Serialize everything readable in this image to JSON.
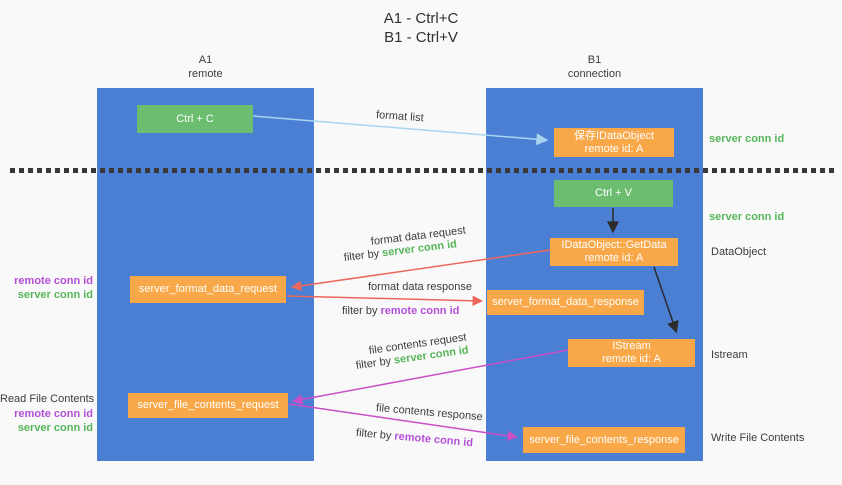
{
  "title": {
    "line1": "A1 - Ctrl+C",
    "line2": "B1 - Ctrl+V"
  },
  "lanes": {
    "left": {
      "name": "A1",
      "subtitle": "remote"
    },
    "right": {
      "name": "B1",
      "subtitle": "connection"
    }
  },
  "nodes": {
    "ctrl_c": {
      "label": "Ctrl + C"
    },
    "save_idataobject": {
      "line1": "保存IDataObject",
      "line2": "remote id: A"
    },
    "ctrl_v": {
      "label": "Ctrl + V"
    },
    "getdata": {
      "line1": "IDataObject::GetData",
      "line2": "remote id: A"
    },
    "format_request": {
      "label": "server_format_data_request"
    },
    "format_response": {
      "label": "server_format_data_response"
    },
    "istream": {
      "line1": "IStream",
      "line2": "remote id: A"
    },
    "file_request": {
      "label": "server_file_contents_request"
    },
    "file_response": {
      "label": "server_file_contents_response"
    }
  },
  "right_labels": {
    "server_conn_id_1": "server conn id",
    "server_conn_id_2": "server conn id",
    "dataobject": "DataObject",
    "istream": "Istream",
    "write_file_contents": "Write File Contents"
  },
  "left_labels": {
    "remote_conn_id_1": "remote conn id",
    "server_conn_id_1": "server conn id",
    "read_file_contents": "Read File Contents",
    "remote_conn_id_2": "remote conn id",
    "server_conn_id_2": "server conn id"
  },
  "arrow_labels": {
    "format_list": "format list",
    "format_data_request": "format data request",
    "format_data_response": "format data response",
    "file_contents_request": "file contents request",
    "file_contents_response": "file contents response",
    "filter_by": "filter by ",
    "filter_server_conn_id": "server conn id",
    "filter_remote_conn_id": "remote conn id"
  },
  "colors": {
    "lane_blue": "#4a7fd3",
    "box_green": "#6dbd70",
    "box_orange": "#f8a848",
    "text_green": "#57b65a",
    "text_purple": "#b44fd6",
    "arrow_light_blue": "#a8d4f0",
    "arrow_red": "#ec685c",
    "arrow_magenta": "#cb4fc6",
    "arrow_black": "#2b2b2b",
    "divider_black": "#383838"
  }
}
